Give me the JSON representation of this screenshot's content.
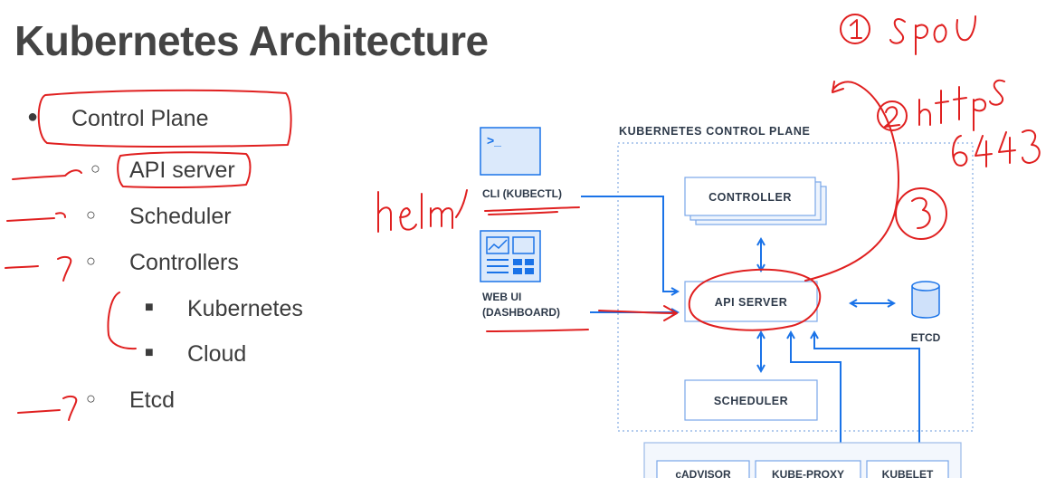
{
  "slide": {
    "title": "Kubernetes Architecture"
  },
  "outline": {
    "control_plane": "Control Plane",
    "api_server": "API server",
    "scheduler": "Scheduler",
    "controllers": "Controllers",
    "kubernetes": "Kubernetes",
    "cloud": "Cloud",
    "etcd": "Etcd"
  },
  "diagram": {
    "plane_label": "KUBERNETES CONTROL PLANE",
    "cli_label": "CLI (KUBECTL)",
    "cli_prompt": ">_",
    "webui_label_1": "WEB UI",
    "webui_label_2": "(DASHBOARD)",
    "controller": "CONTROLLER",
    "api_server": "API SERVER",
    "scheduler": "SCHEDULER",
    "etcd": "ETCD",
    "node_items": [
      "cADVISOR",
      "KUBE-PROXY",
      "KUBELET"
    ],
    "colors": {
      "blue": "#1a73e8",
      "box_border": "#7aa7e8",
      "box_fill": "#eef4fd",
      "dotted": "#9bbbe8",
      "ink_red": "#e02020"
    }
  },
  "annotations": {
    "note_1": "1 SPOU",
    "note_2": "2 https",
    "note_port": "6443",
    "note_3": "3",
    "note_helm": "helm"
  }
}
